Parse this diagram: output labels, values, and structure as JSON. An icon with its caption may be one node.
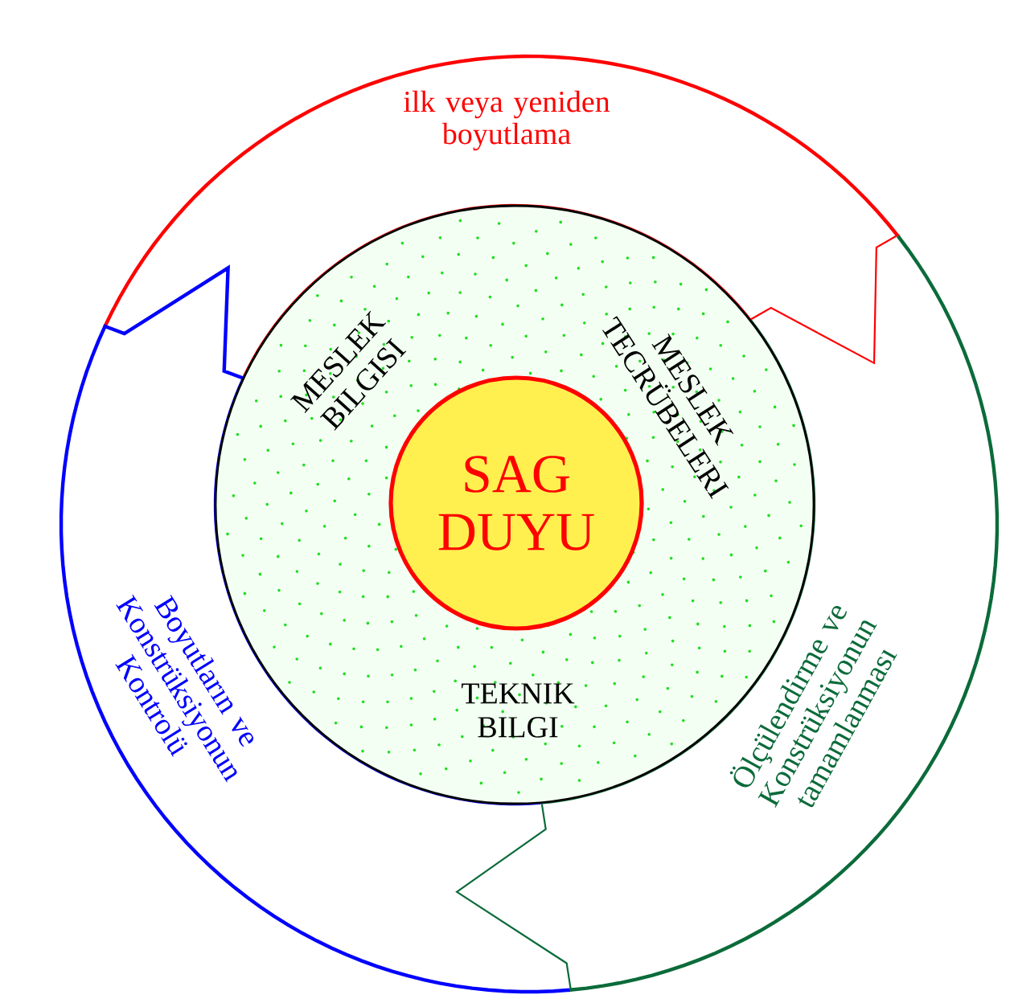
{
  "diagram": {
    "nodes": [
      {
        "text": [
          "MESLEK BILGISI",
          "MESLEK TECRÜBELERI",
          "TEKNIK BILGI"
        ]
      },
      {
        "text": [
          "SAG DUYU"
        ],
        "in": 0
      },
      {
        "text": [
          "ilk veya yeniden boyutlama"
        ]
      },
      {
        "text": [
          "Ölçülendirme ve Konstrüksiyonun tamamlanması"
        ]
      },
      {
        "text": [
          "Boyutların ve Konstrüksiyonun Kontrolü"
        ]
      }
    ]
  }
}
